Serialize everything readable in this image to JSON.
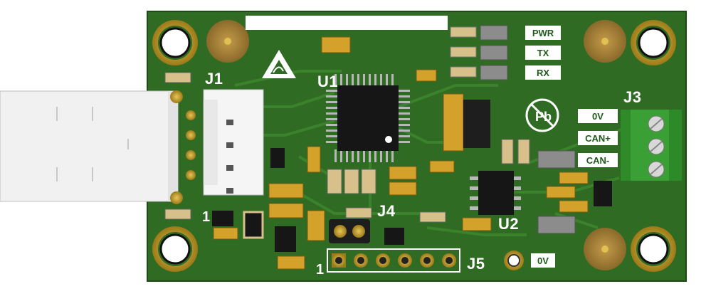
{
  "board": {
    "designators": {
      "usb_connector": "J1",
      "mcu": "U1",
      "can_transceiver": "U2",
      "can_terminal": "J3",
      "jumper": "J4",
      "header": "J5"
    },
    "pin_one_marks": [
      "1",
      "1"
    ],
    "led_labels": [
      "PWR",
      "TX",
      "RX"
    ],
    "can_labels": [
      "0V",
      "CAN+",
      "CAN-"
    ],
    "gnd_label": "0V"
  },
  "colors": {
    "pcb": "#2f6b23",
    "pcb_edge": "#1d4a15",
    "silkscreen": "#ffffff",
    "pad_gold": "#c9a227",
    "terminal_green": "#3aa035",
    "chip_black": "#161616"
  },
  "icons": [
    "esd-warning-icon",
    "lead-free-icon"
  ]
}
